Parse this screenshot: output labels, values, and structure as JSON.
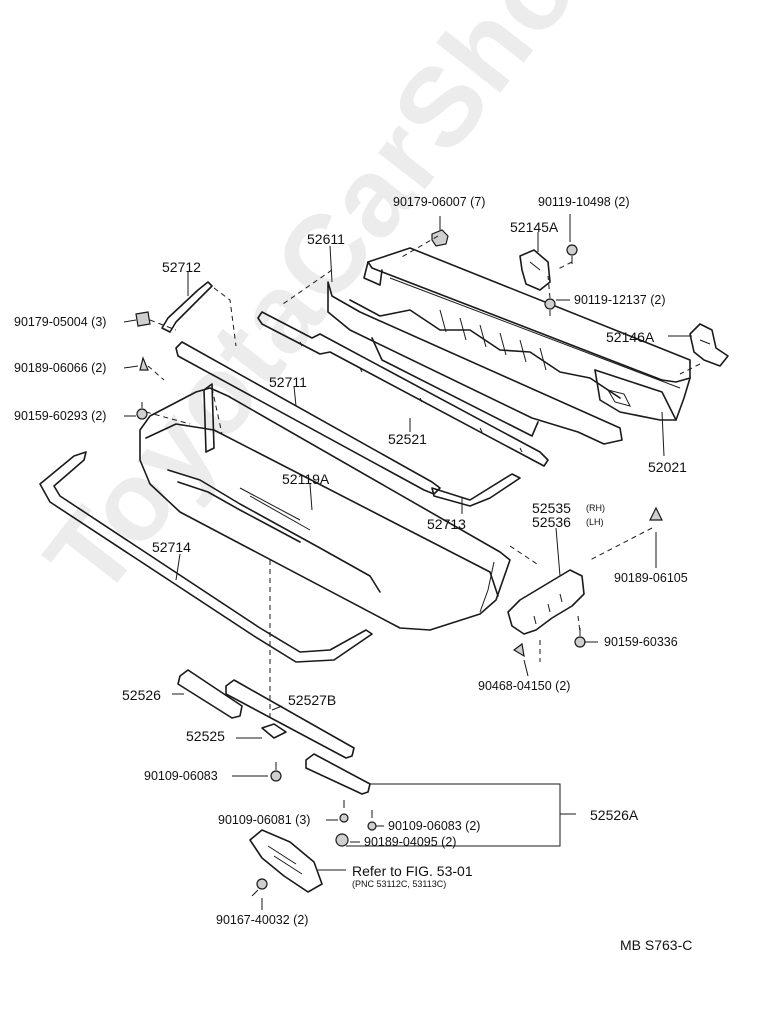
{
  "watermark": "ToyotaCarShop.ru",
  "footer_code": "MB  S763-C",
  "reference_note": {
    "line1": "Refer to FIG. 53-01",
    "line2": "(PNC 53112C, 53113C)"
  },
  "callouts": {
    "p90179_06007": "90179-06007 (7)",
    "p90119_10498": "90119-10498 (2)",
    "p52145A": "52145A",
    "p52611": "52611",
    "p52712": "52712",
    "p90119_12137": "90119-12137 (2)",
    "p90179_05004": "90179-05004 (3)",
    "p52146A": "52146A",
    "p90189_06066": "90189-06066 (2)",
    "p52711": "52711",
    "p90159_60293": "90159-60293 (2)",
    "p52521": "52521",
    "p52021": "52021",
    "p52119A": "52119A",
    "p52713": "52713",
    "p52535": "52535",
    "p52535_side": "(RH)",
    "p52536": "52536",
    "p52536_side": "(LH)",
    "p52714": "52714",
    "p90189_06105": "90189-06105",
    "p90159_60336": "90159-60336",
    "p90468_04150": "90468-04150 (2)",
    "p52526": "52526",
    "p52527B": "52527B",
    "p52525": "52525",
    "p90109_06083_a": "90109-06083",
    "p52526A": "52526A",
    "p90109_06081": "90109-06081 (3)",
    "p90109_06083_b": "90109-06083 (2)",
    "p90189_04095": "90189-04095 (2)",
    "p90167_40032": "90167-40032 (2)"
  }
}
